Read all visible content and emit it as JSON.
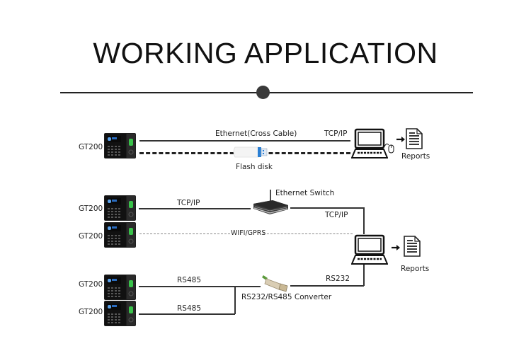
{
  "title": "WORKING APPLICATION",
  "section1": {
    "device_label": "GT200",
    "link_top": "Ethernet(Cross Cable)",
    "link_top_protocol": "TCP/IP",
    "link_bottom": "Flash disk",
    "output": "Reports"
  },
  "section2": {
    "devices": [
      {
        "label": "GT200",
        "link": "TCP/IP"
      },
      {
        "label": "GT200",
        "link": "WIFI/GPRS"
      },
      {
        "label": "GT200",
        "link": "RS485"
      },
      {
        "label": "GT200",
        "link": "RS485"
      }
    ],
    "switch_label": "Ethernet Switch",
    "switch_to_pc": "TCP/IP",
    "converter_label": "RS232/RS485 Converter",
    "converter_to_pc": "RS232",
    "output": "Reports"
  },
  "colors": {
    "line": "#333333",
    "usb_accent": "#2a7fd4",
    "device_body": "#1a1a1a",
    "fingerprint": "#39c24a"
  }
}
